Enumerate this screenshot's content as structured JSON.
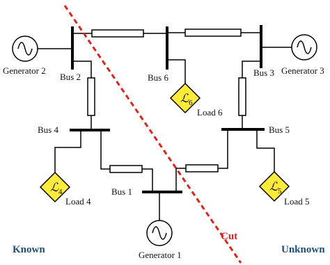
{
  "buses": {
    "bus1": "Bus 1",
    "bus2": "Bus 2",
    "bus3": "Bus 3",
    "bus4": "Bus 4",
    "bus5": "Bus 5",
    "bus6": "Bus 6"
  },
  "generators": {
    "gen1": "Generator 1",
    "gen2": "Generator 2",
    "gen3": "Generator 3"
  },
  "loads": {
    "load4": {
      "label": "Load 4",
      "symbol": "ℒ",
      "index": "4"
    },
    "load5": {
      "label": "Load 5",
      "symbol": "ℒ",
      "index": "5"
    },
    "load6": {
      "label": "Load 6",
      "symbol": "ℒ",
      "index": "6"
    }
  },
  "regions": {
    "known": "Known",
    "unknown": "Unknown"
  },
  "cut_label": "Cut",
  "colors": {
    "region_text": "#1f4e79",
    "cut": "#d9261c",
    "load_fill": "#ffeb3b",
    "line": "#000000"
  }
}
